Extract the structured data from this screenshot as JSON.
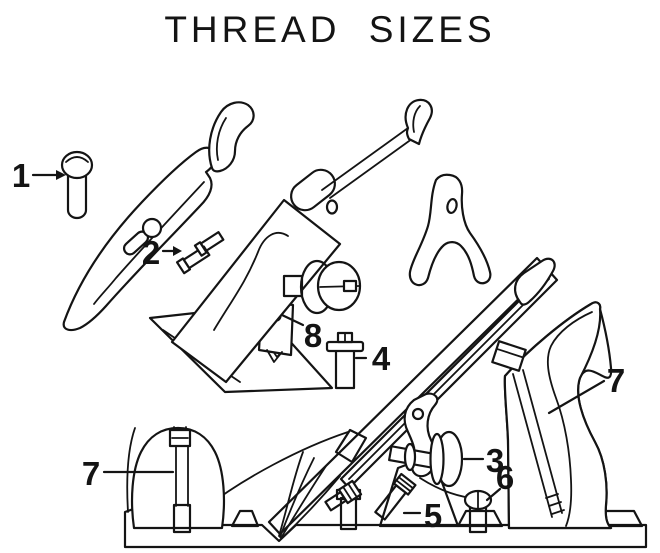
{
  "title": "THREAD SIZES",
  "colors": {
    "ink": "#141414",
    "paper": "#ffffff"
  },
  "callouts": {
    "c1": "1",
    "c2": "2",
    "c3": "3",
    "c4": "4",
    "c5": "5",
    "c6": "6",
    "c7_front": "7",
    "c7_rear": "7",
    "c8": "8"
  }
}
